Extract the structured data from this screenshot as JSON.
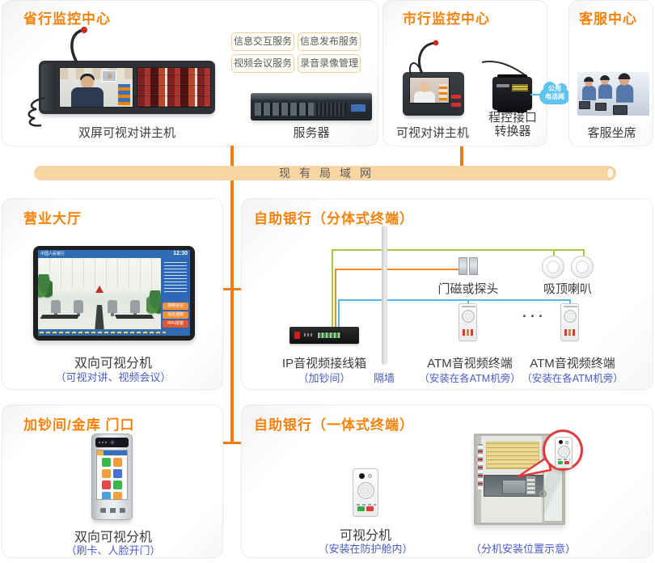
{
  "colors": {
    "accent_orange": "#f5820c",
    "caption_blue": "#4a5cc5",
    "trunk_orange": "#ee7d17",
    "lan_bar_bg": "#f8d6a4",
    "wire_green": "#a5c93f",
    "wire_orange": "#f08519",
    "wire_blue": "#53b9e8",
    "cloud_blue": "#5ec3ef",
    "callout_red": "#e23b3b"
  },
  "lan": {
    "label": "现有局域网"
  },
  "provincial": {
    "title": "省行监控中心",
    "console_label": "双屏可视对讲主机",
    "server_label": "服务器",
    "services": [
      "信息交互服务",
      "信息发布服务",
      "视频会议服务",
      "录音录像管理"
    ]
  },
  "city": {
    "title": "市行监控中心",
    "console_label": "可视对讲主机",
    "converter_label_line1": "程控接口",
    "converter_label_line2": "转换器",
    "cloud_line1": "公用",
    "cloud_line2": "电话网"
  },
  "support": {
    "title": "客服中心",
    "seat_label": "客服坐席"
  },
  "hall": {
    "title": "营业大厅",
    "device_label": "双向可视分机",
    "device_sub": "（可视对讲、视频会议）",
    "screen_bank": "中国人民银行",
    "screen_time": "12:30",
    "screen_buttons": [
      "视频会议",
      "消息通知",
      "呼叫报警"
    ]
  },
  "split": {
    "title": "自助银行（分体式终端）",
    "ip_label": "IP音视频接线箱",
    "ip_sub": "（加钞间）",
    "wall_label": "隔墙",
    "door_label": "门磁或探头",
    "ceiling_label": "吸顶喇叭",
    "atm_label_1": "ATM音视频终端",
    "atm_sub_1": "（安装在各ATM机旁）",
    "atm_label_2": "ATM音视频终端",
    "atm_sub_2": "（安装在各ATM机旁）",
    "ellipsis": "···"
  },
  "vault": {
    "title": "加钞间/金库 门口",
    "device_label": "双向可视分机",
    "device_sub": "（刷卡、人脸开门）"
  },
  "integrated": {
    "title": "自助银行（一体式终端）",
    "device_label": "可视分机",
    "device_sub": "（安装在防护舱内）",
    "photo_caption": "（分机安装位置示意）"
  }
}
